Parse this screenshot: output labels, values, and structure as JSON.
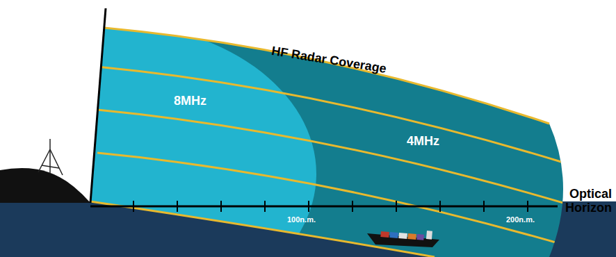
{
  "diagram": {
    "labels": [
      "HF Radar Coverage",
      "8MHz",
      "4MHz",
      "100n.m.",
      "200n.m.",
      "Optical Horizon"
    ]
  }
}
